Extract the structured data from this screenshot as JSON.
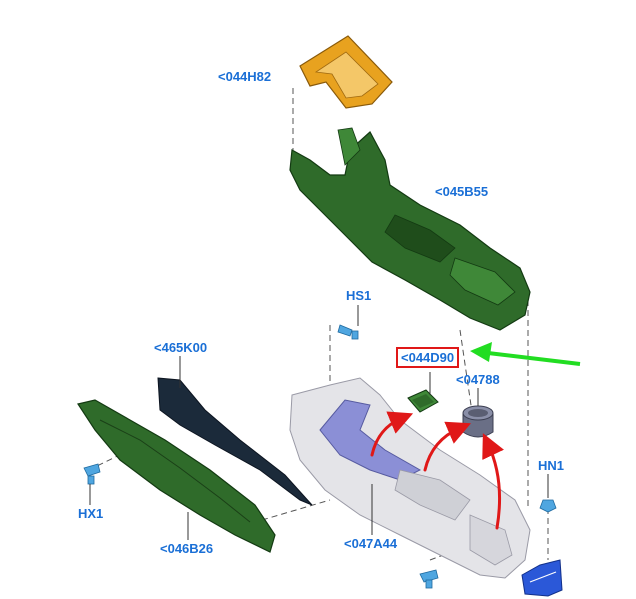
{
  "diagram": {
    "callouts": {
      "shift_bezel": "<044H82",
      "console_top": "<045B55",
      "screw_hs1": "HS1",
      "upper_panel": "<465K00",
      "pocket_insert": "<044D90",
      "cup_holder": "<04788",
      "nut_hn1": "HN1",
      "screw_hx1": "HX1",
      "side_panel": "<046B26",
      "console_base": "<047A44"
    },
    "colors": {
      "callout_text": "#1a6fd6",
      "highlight_box": "#e01818",
      "pointer_arrow": "#22dd22",
      "assembly_arrows": "#e01818",
      "bezel_part": "#e8a21f",
      "console_top_part": "#2f6b2a",
      "side_panel_part": "#2f6b2a",
      "upper_panel_part": "#1b2a3a",
      "console_base_part": "#d8d8dc",
      "console_base_accent": "#8b8fd6",
      "cup_holder_part": "#6a6f86",
      "fastener_color": "#4fa6e0",
      "bracket_color": "#2b58d8"
    }
  }
}
